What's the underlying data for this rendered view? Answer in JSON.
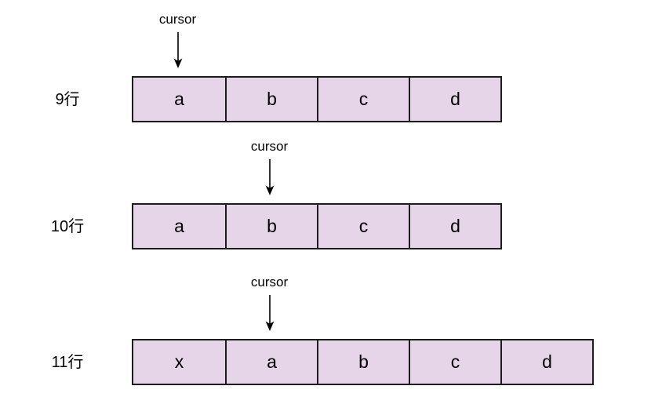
{
  "diagram": {
    "cursor_label": "cursor",
    "rows": [
      {
        "label": "9行",
        "cells": [
          "a",
          "b",
          "c",
          "d"
        ],
        "cursor_index": 0
      },
      {
        "label": "10行",
        "cells": [
          "a",
          "b",
          "c",
          "d"
        ],
        "cursor_index": 1
      },
      {
        "label": "11行",
        "cells": [
          "x",
          "a",
          "b",
          "c",
          "d"
        ],
        "cursor_index": 1
      }
    ],
    "colors": {
      "cell_fill": "#e6d4e9",
      "cell_border": "#1c1c1c",
      "arrow": "#000000",
      "text": "#000000",
      "background": "#ffffff"
    }
  }
}
